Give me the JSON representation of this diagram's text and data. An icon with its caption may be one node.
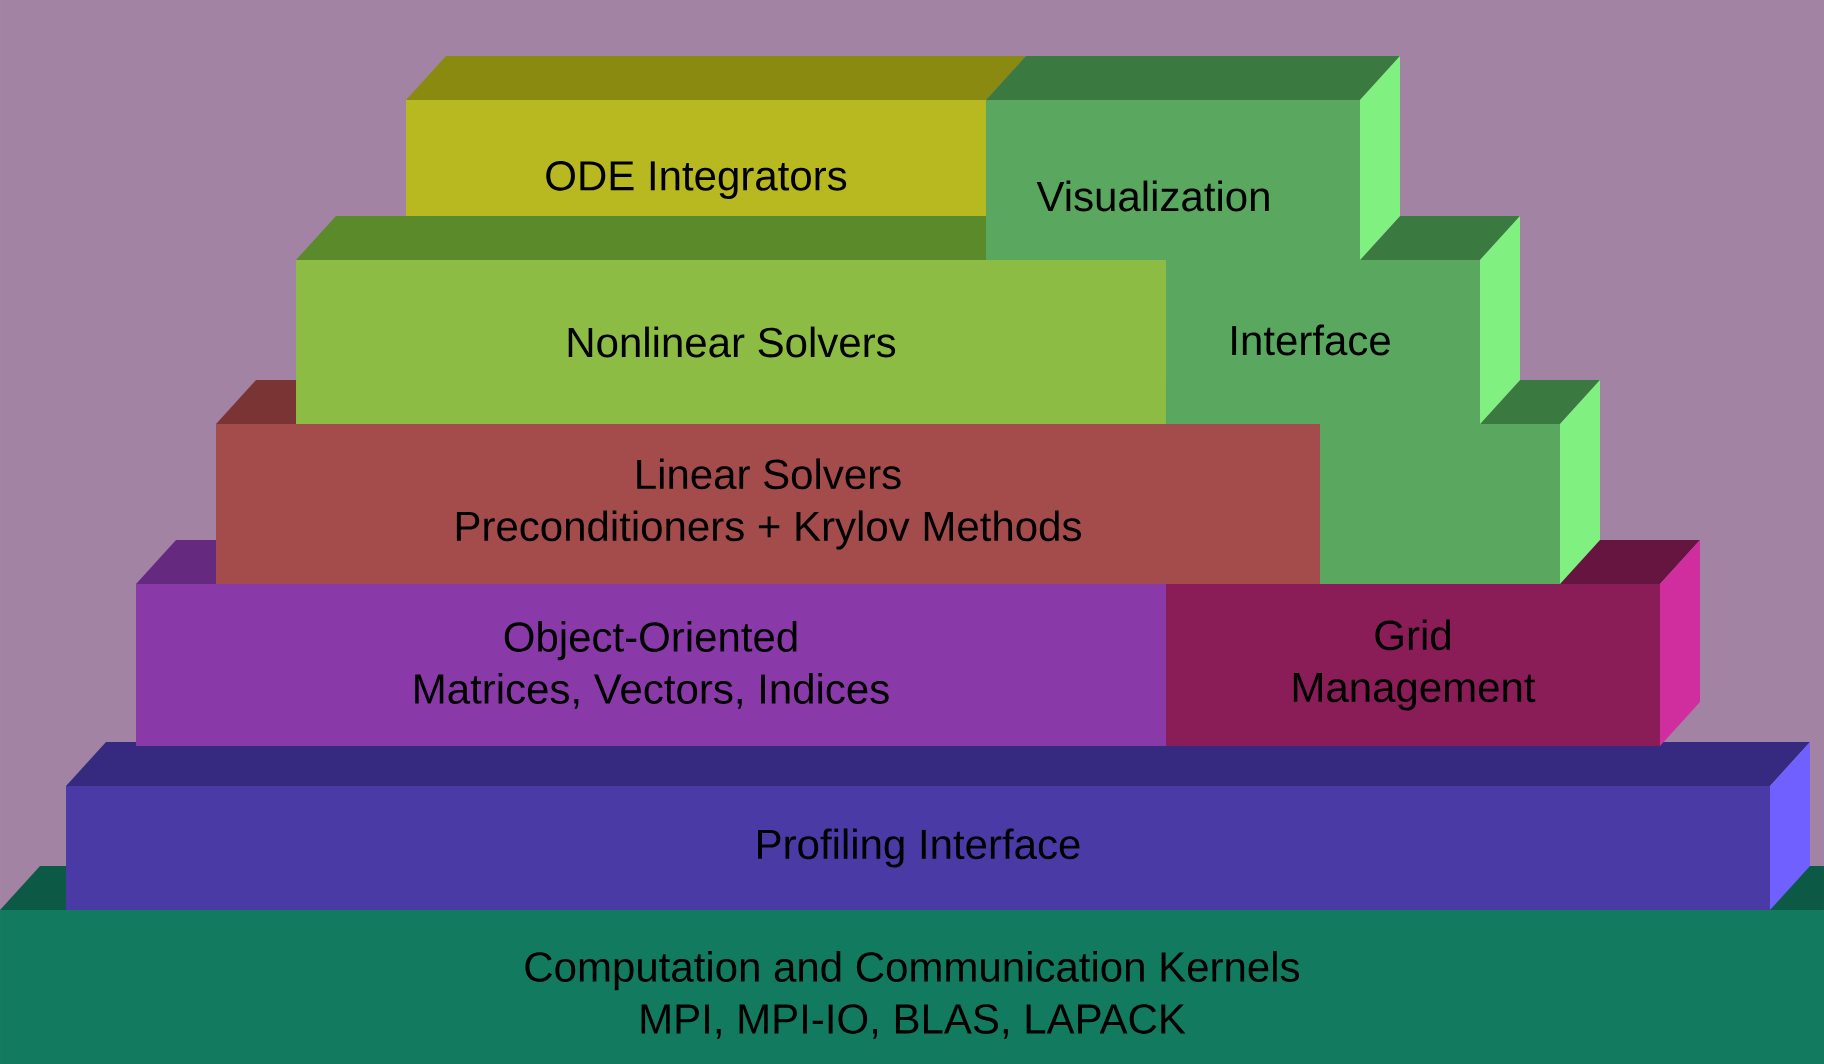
{
  "diagram": {
    "nodes": [
      {
        "text": [
          "ODE Integrators"
        ]
      },
      {
        "text": [
          "Visualization",
          "Interface"
        ]
      },
      {
        "text": [
          "Nonlinear Solvers"
        ]
      },
      {
        "text": [
          "Linear Solvers",
          "Preconditioners + Krylov Methods"
        ]
      },
      {
        "text": [
          "Object-Oriented",
          "Matrices, Vectors, Indices"
        ]
      },
      {
        "text": [
          "Grid",
          "Management"
        ]
      },
      {
        "text": [
          "Profiling Interface"
        ]
      },
      {
        "text": [
          "Computation and Communication Kernels",
          "MPI, MPI-IO, BLAS, LAPACK"
        ]
      }
    ]
  }
}
